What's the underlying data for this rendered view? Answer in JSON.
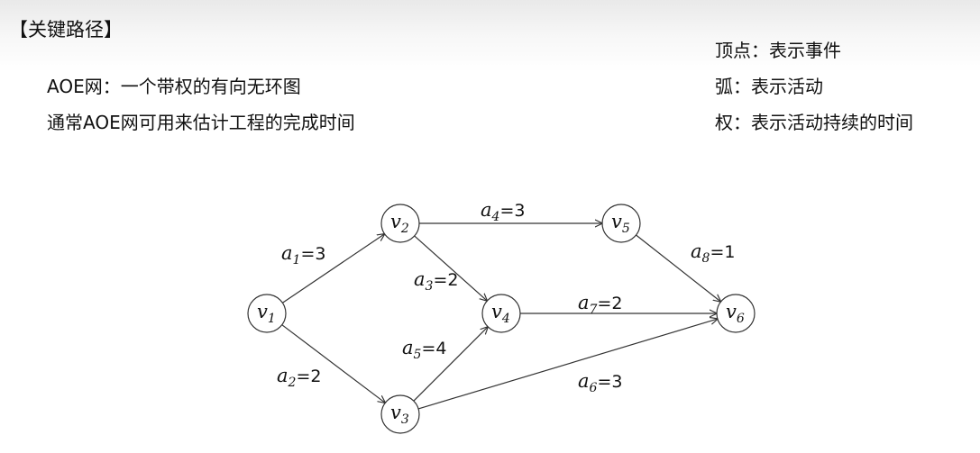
{
  "header": {
    "title": "【关键路径】"
  },
  "left_text": [
    "AOE网：一个带权的有向无环图",
    "通常AOE网可用来估计工程的完成时间"
  ],
  "right_text": [
    "顶点：表示事件",
    "弧：表示活动",
    "权：表示活动持续的时间"
  ],
  "graph": {
    "nodes": [
      {
        "id": "v1",
        "label": "v",
        "sub": "1"
      },
      {
        "id": "v2",
        "label": "v",
        "sub": "2"
      },
      {
        "id": "v3",
        "label": "v",
        "sub": "3"
      },
      {
        "id": "v4",
        "label": "v",
        "sub": "4"
      },
      {
        "id": "v5",
        "label": "v",
        "sub": "5"
      },
      {
        "id": "v6",
        "label": "v",
        "sub": "6"
      }
    ],
    "edges": [
      {
        "id": "a1",
        "from": "v1",
        "to": "v2",
        "label": "a",
        "sub": "1",
        "weight": "=3"
      },
      {
        "id": "a2",
        "from": "v1",
        "to": "v3",
        "label": "a",
        "sub": "2",
        "weight": "=2"
      },
      {
        "id": "a3",
        "from": "v2",
        "to": "v4",
        "label": "a",
        "sub": "3",
        "weight": "=2"
      },
      {
        "id": "a4",
        "from": "v2",
        "to": "v5",
        "label": "a",
        "sub": "4",
        "weight": "=3"
      },
      {
        "id": "a5",
        "from": "v3",
        "to": "v4",
        "label": "a",
        "sub": "5",
        "weight": "=4"
      },
      {
        "id": "a6",
        "from": "v3",
        "to": "v6",
        "label": "a",
        "sub": "6",
        "weight": "=3"
      },
      {
        "id": "a7",
        "from": "v4",
        "to": "v6",
        "label": "a",
        "sub": "7",
        "weight": "=2"
      },
      {
        "id": "a8",
        "from": "v5",
        "to": "v6",
        "label": "a",
        "sub": "8",
        "weight": "=1"
      }
    ]
  }
}
